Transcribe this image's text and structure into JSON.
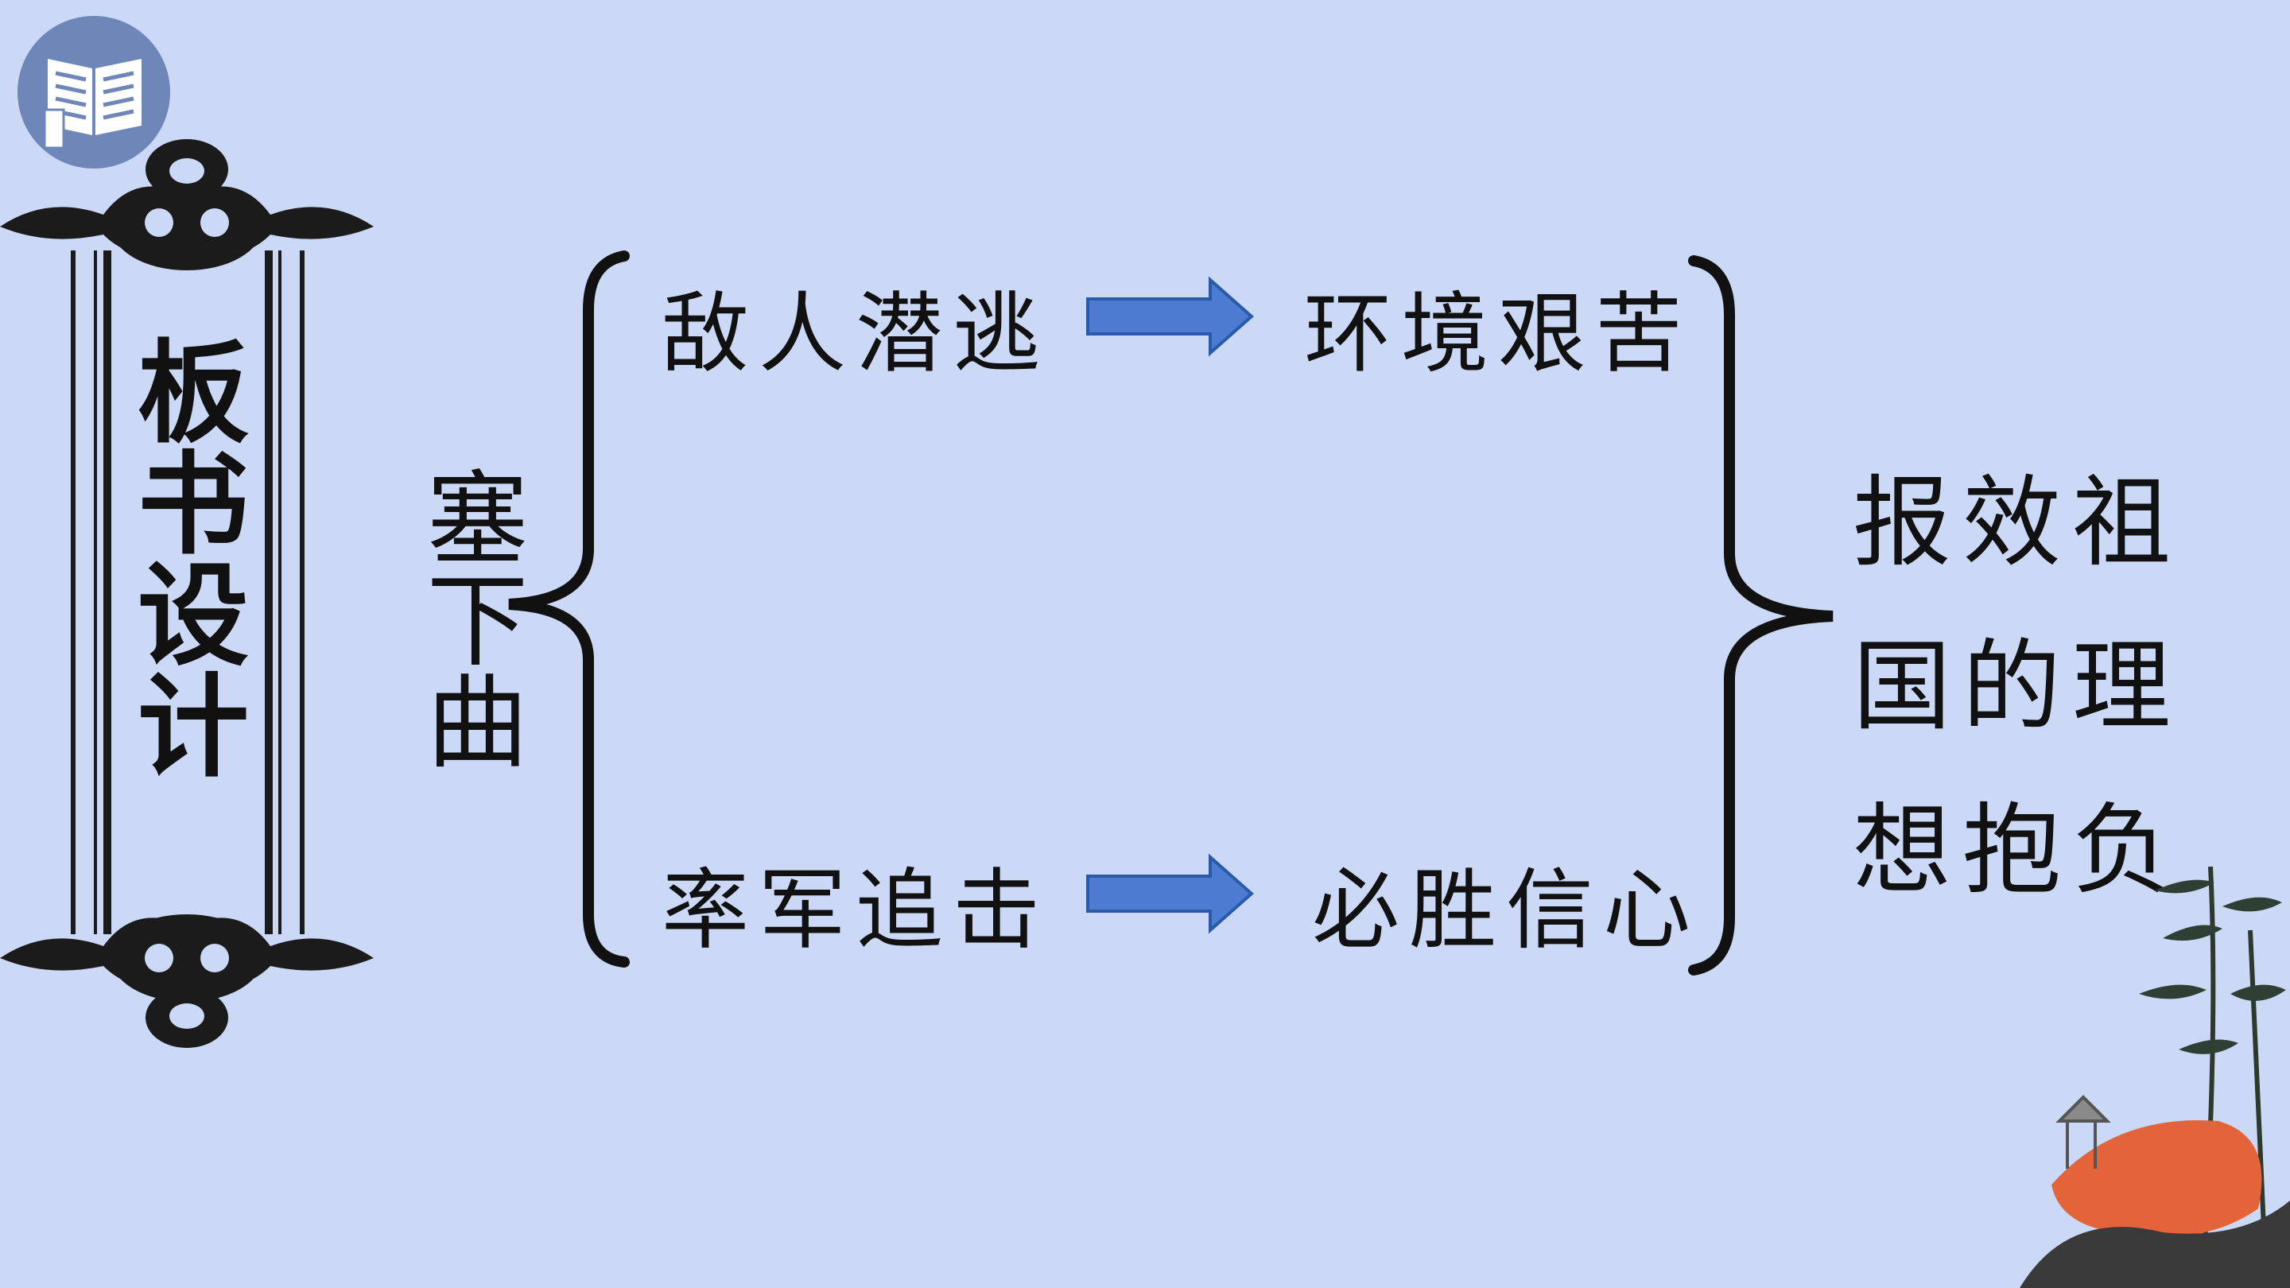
{
  "scroll": {
    "title": "板书设计"
  },
  "center": {
    "title": "塞下曲"
  },
  "top_branch": {
    "cause": "敌人潜逃",
    "effect": "环境艰苦"
  },
  "bottom_branch": {
    "cause": "率军追击",
    "effect": "必胜信心"
  },
  "result": {
    "lines": [
      "报效祖",
      "国的理",
      "想抱负"
    ]
  },
  "icons": {
    "badge": "open-book-icon",
    "arrow": "arrow-right-icon",
    "decor": "bamboo-pavilion-icon"
  },
  "colors": {
    "background": "#cbd9f7",
    "arrow_fill": "#4d7bd1",
    "arrow_stroke": "#2b5aa7",
    "badge": "#6f86b8"
  }
}
